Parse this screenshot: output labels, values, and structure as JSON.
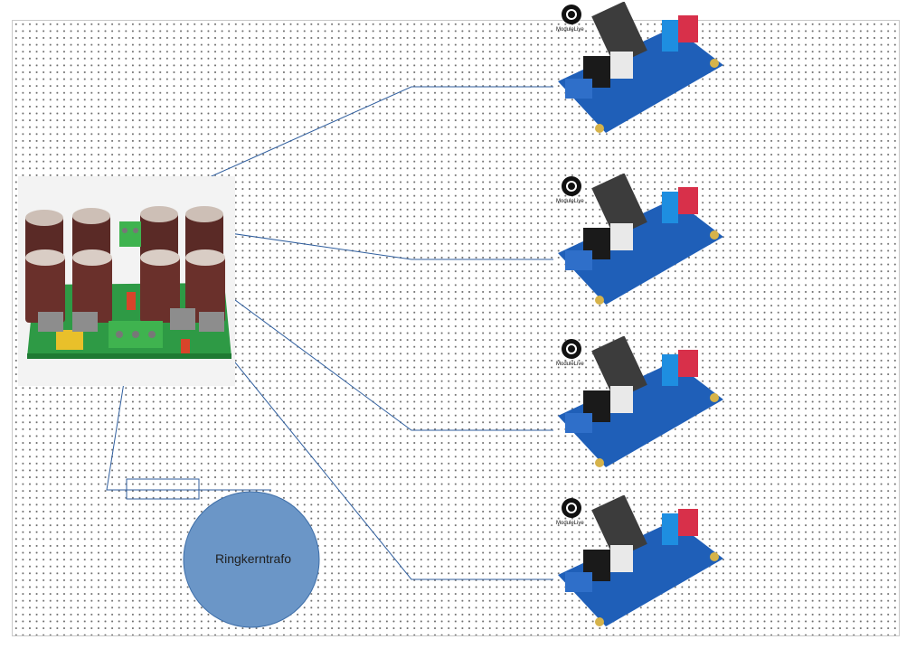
{
  "diagram": {
    "transformer": {
      "label": "Ringkerntrafo",
      "fill": "#6b96c7"
    },
    "power_supply": {
      "name": "power-supply-board-photo"
    },
    "amplifier_modules": [
      {
        "brand": "ModuleLive"
      },
      {
        "brand": "ModuleLive"
      },
      {
        "brand": "ModuleLive"
      },
      {
        "brand": "ModuleLive"
      }
    ],
    "colors": {
      "wire": "#2f5e9e",
      "grid_dot": "#6f6f6f",
      "board_green": "#2e9a45",
      "module_blue": "#1f5fb8"
    }
  }
}
